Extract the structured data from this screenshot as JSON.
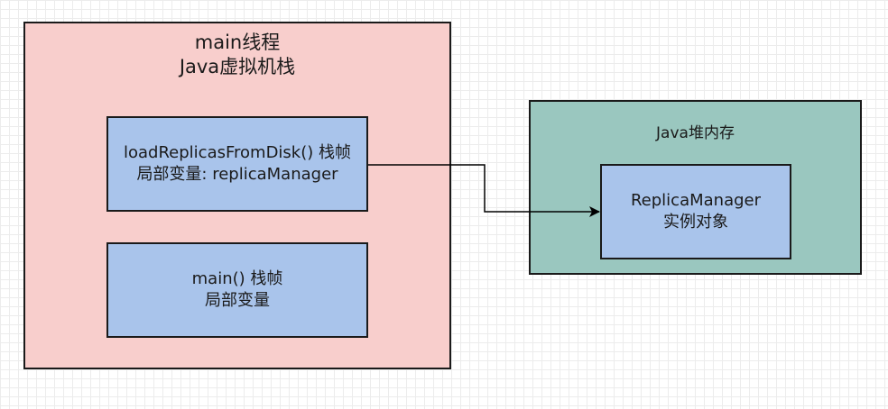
{
  "colors": {
    "stack_fill": "#f8cecc",
    "frame_fill": "#a9c4eb",
    "heap_fill": "#9ac7bf",
    "border": "#1a1a1a",
    "edge": "#000000"
  },
  "stack": {
    "title_line1": "main线程",
    "title_line2": "Java虚拟机栈",
    "frames": [
      {
        "line1": "loadReplicasFromDisk() 栈帧",
        "line2": "局部变量: replicaManager"
      },
      {
        "line1": "main() 栈帧",
        "line2": "局部变量"
      }
    ]
  },
  "heap": {
    "title": "Java堆内存",
    "object": {
      "line1": "ReplicaManager",
      "line2": "实例对象"
    }
  }
}
